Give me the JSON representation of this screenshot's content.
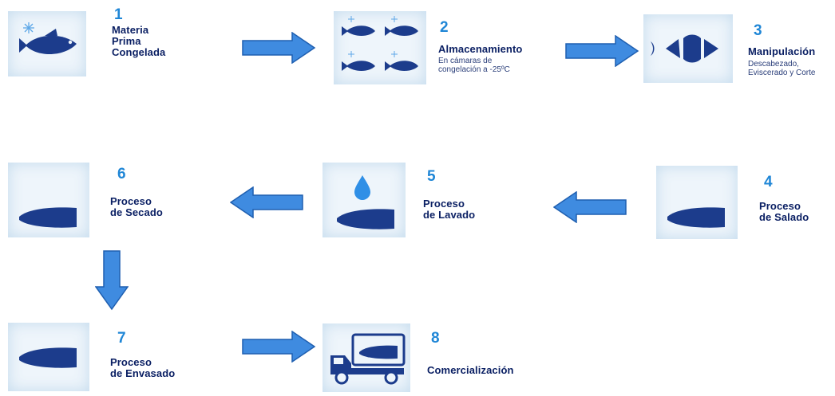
{
  "steps": [
    {
      "number": "1",
      "title_lines": [
        "Materia",
        "Prima",
        "Congelada"
      ],
      "icon": "frozen-fish-icon"
    },
    {
      "number": "2",
      "title_lines": [
        "Almacenamiento"
      ],
      "subtitle_lines": [
        "En cámaras de",
        "congelación a -25ºC"
      ],
      "icon": "fish-group-icon"
    },
    {
      "number": "3",
      "title_lines": [
        "Manipulación"
      ],
      "subtitle_lines": [
        "Descabezado,",
        "Eviscerado y Corte"
      ],
      "icon": "cut-fish-icon"
    },
    {
      "number": "4",
      "title_lines": [
        "Proceso",
        "de Salado"
      ],
      "icon": "fish-fillet-icon"
    },
    {
      "number": "5",
      "title_lines": [
        "Proceso",
        "de Lavado"
      ],
      "icon": "water-drop-fillet-icon"
    },
    {
      "number": "6",
      "title_lines": [
        "Proceso",
        "de Secado"
      ],
      "icon": "fish-fillet-icon"
    },
    {
      "number": "7",
      "title_lines": [
        "Proceso",
        "de Envasado"
      ],
      "icon": "fish-fillet-icon"
    },
    {
      "number": "8",
      "title_lines": [
        "Comercialización"
      ],
      "icon": "delivery-truck-icon"
    }
  ],
  "colors": {
    "arrow": "#3f8be0",
    "arrow_outline": "#1f5fb0",
    "number": "#1f86d6",
    "title": "#0a1f63",
    "icon": "#1c3c8c",
    "tile": "#eef5fb",
    "drop": "#2f8fe6"
  }
}
